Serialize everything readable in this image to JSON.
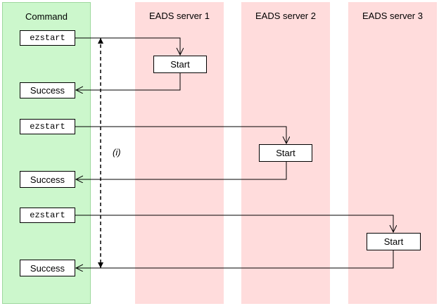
{
  "lanes": {
    "command": "Command",
    "server1": "EADS server 1",
    "server2": "EADS server 2",
    "server3": "EADS server 3"
  },
  "steps": [
    {
      "command": "ezstart",
      "action": "Start",
      "result": "Success"
    },
    {
      "command": "ezstart",
      "action": "Start",
      "result": "Success"
    },
    {
      "command": "ezstart",
      "action": "Start",
      "result": "Success"
    }
  ],
  "span_label": "(i)",
  "colors": {
    "command_lane": "#ccf7cc",
    "server_lane": "#ffdcdc",
    "line": "#000000"
  }
}
